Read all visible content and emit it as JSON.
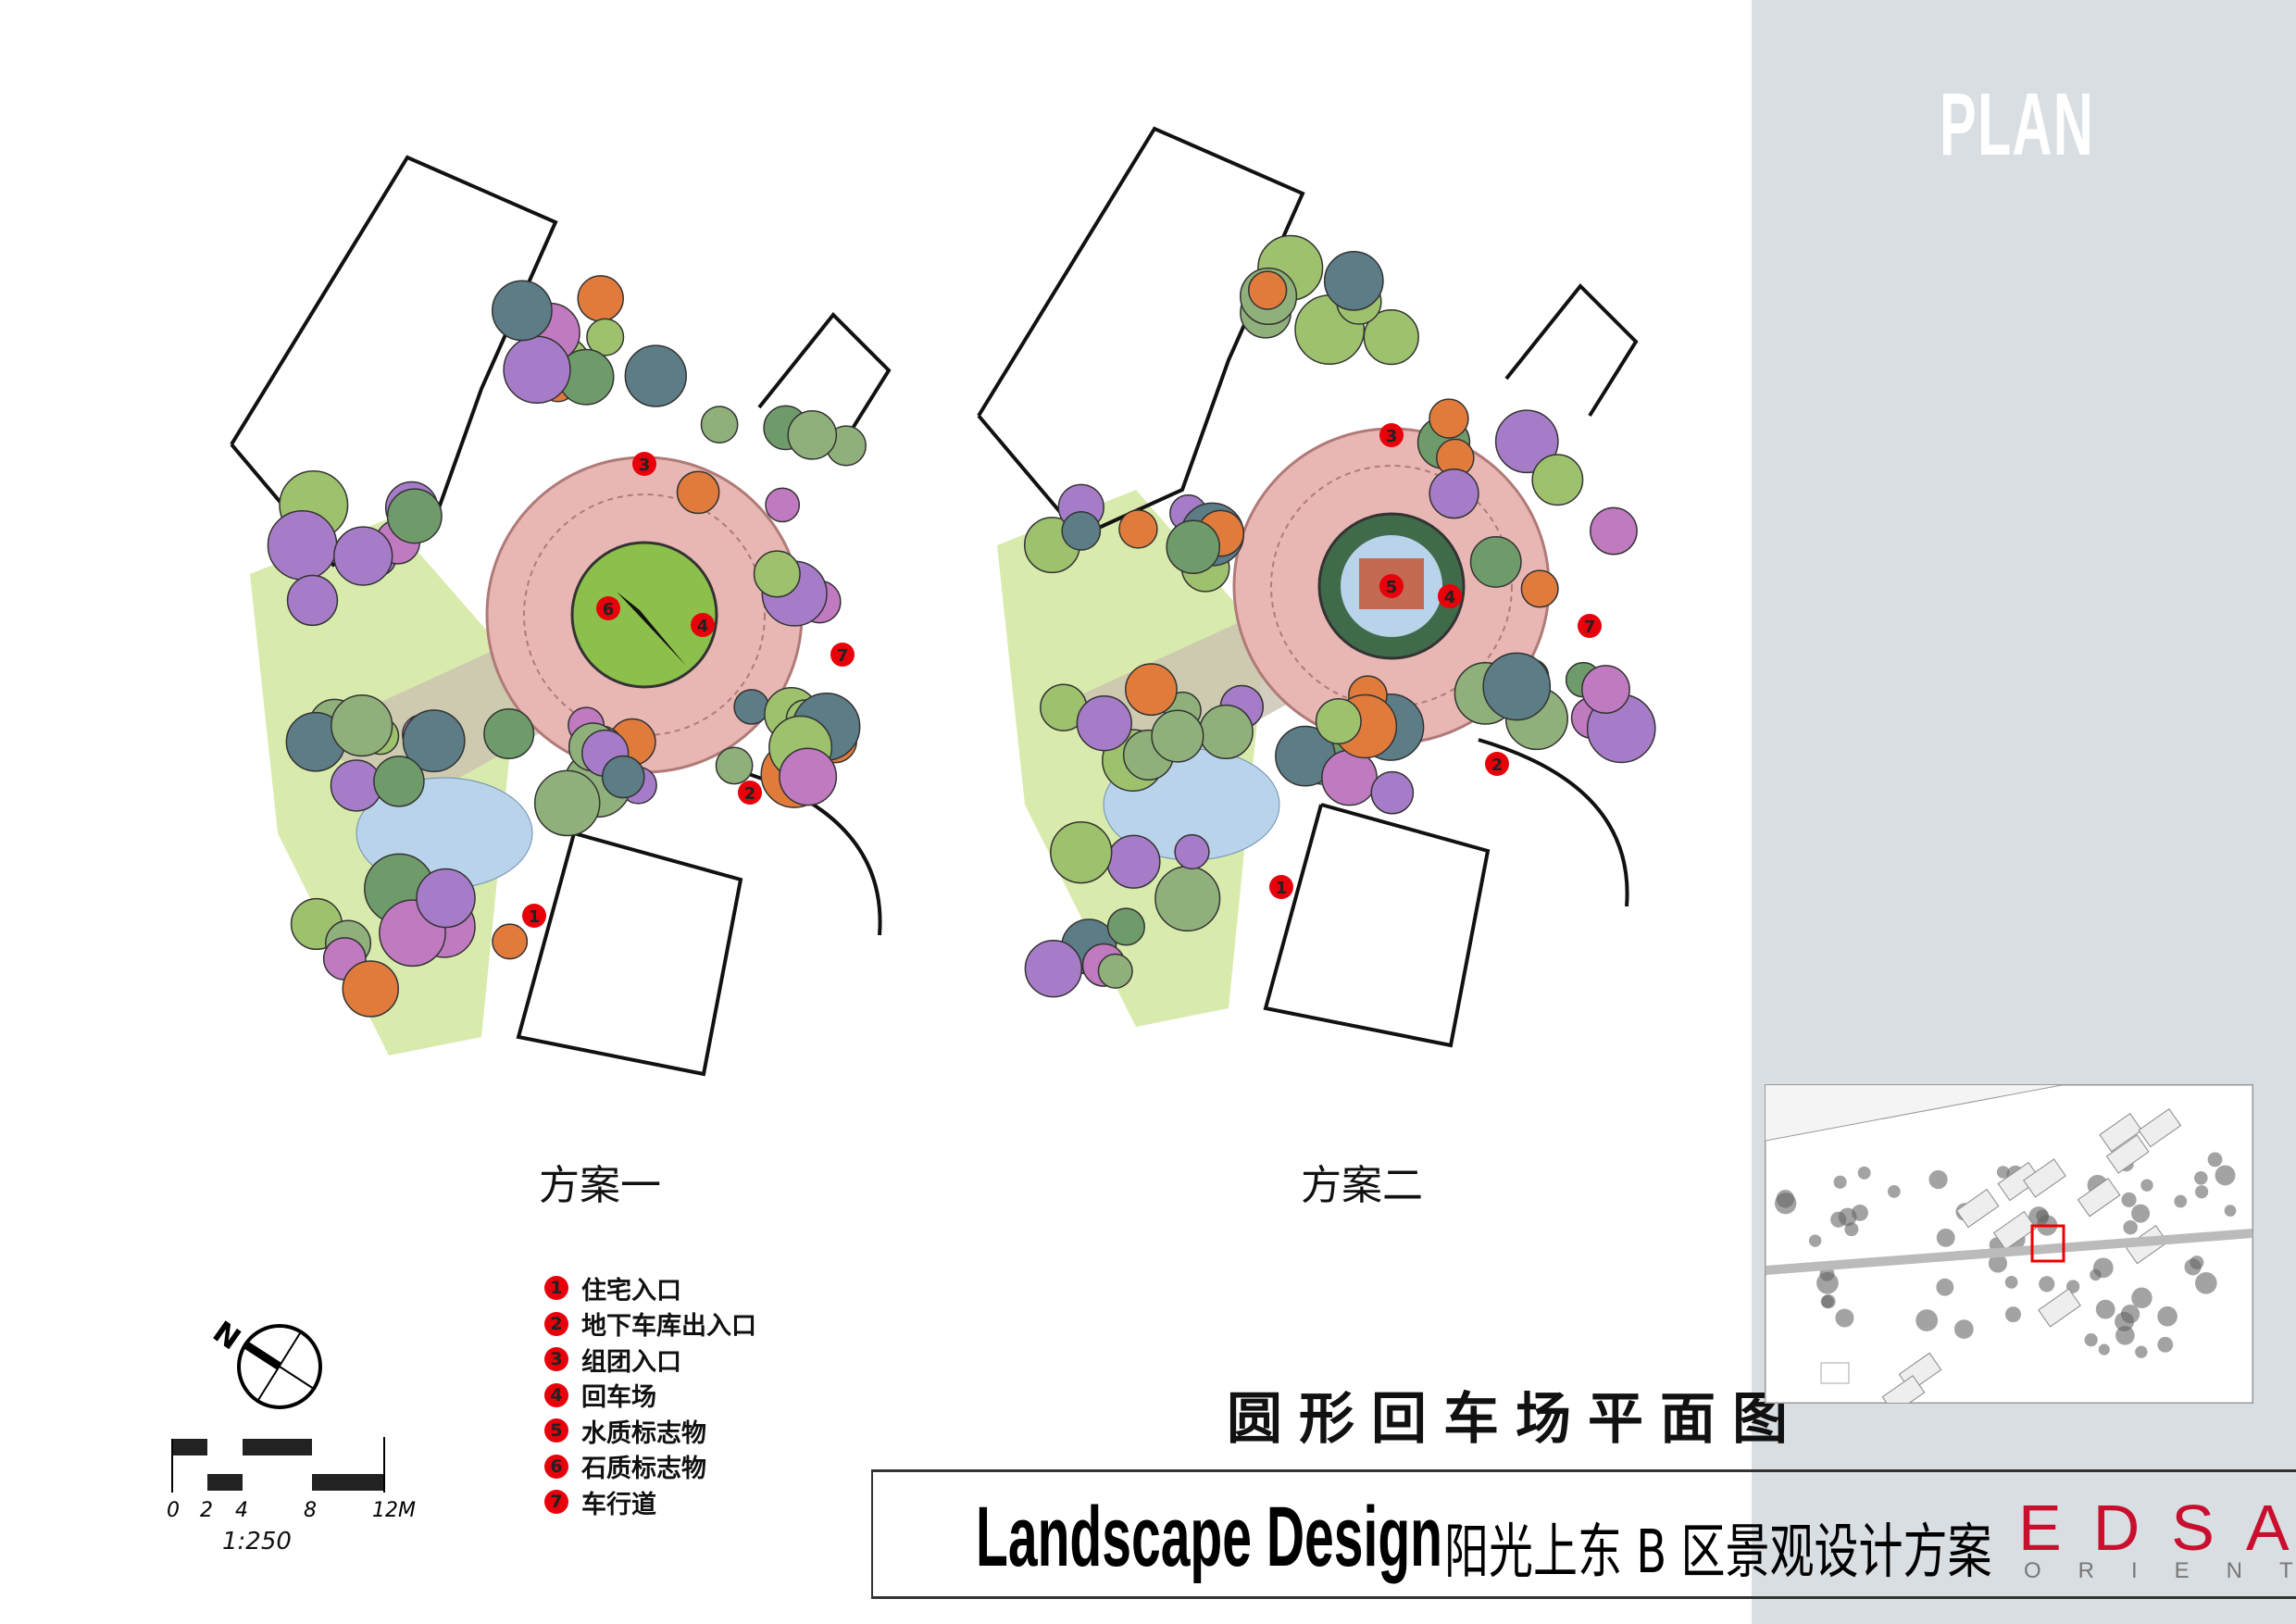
{
  "header": {
    "section_word": "PLAN"
  },
  "plans": [
    {
      "label": "方案一",
      "markers": [
        "1",
        "2",
        "3",
        "4",
        "6",
        "7"
      ],
      "center_feature": "石质标志物"
    },
    {
      "label": "方案二",
      "markers": [
        "1",
        "2",
        "3",
        "4",
        "5",
        "7"
      ],
      "center_feature": "水质标志物"
    }
  ],
  "legend": {
    "items": [
      {
        "num": "1",
        "text": "住宅入口"
      },
      {
        "num": "2",
        "text": "地下车库出入口"
      },
      {
        "num": "3",
        "text": "组团入口"
      },
      {
        "num": "4",
        "text": "回车场"
      },
      {
        "num": "5",
        "text": "水质标志物"
      },
      {
        "num": "6",
        "text": "石质标志物"
      },
      {
        "num": "7",
        "text": "车行道"
      }
    ]
  },
  "north_arrow": {
    "label": "N"
  },
  "scale_bar": {
    "ticks": [
      "0",
      "2",
      "4",
      "8",
      "12M"
    ],
    "ratio": "1:250"
  },
  "drawing_title": "圆形回车场平面图",
  "footer": {
    "title_en": "Landscape Design",
    "title_cn": "阳光上东 B 区景观设计方案",
    "logo_main": "EDSA",
    "logo_sub": "ORIENT"
  },
  "colors": {
    "panel": "#d9dee3",
    "marker": "#e8000b",
    "logo": "#c8102e",
    "paving": "#e9b7b3",
    "lawn": "#b9d86a",
    "water": "#b9d3ea"
  }
}
